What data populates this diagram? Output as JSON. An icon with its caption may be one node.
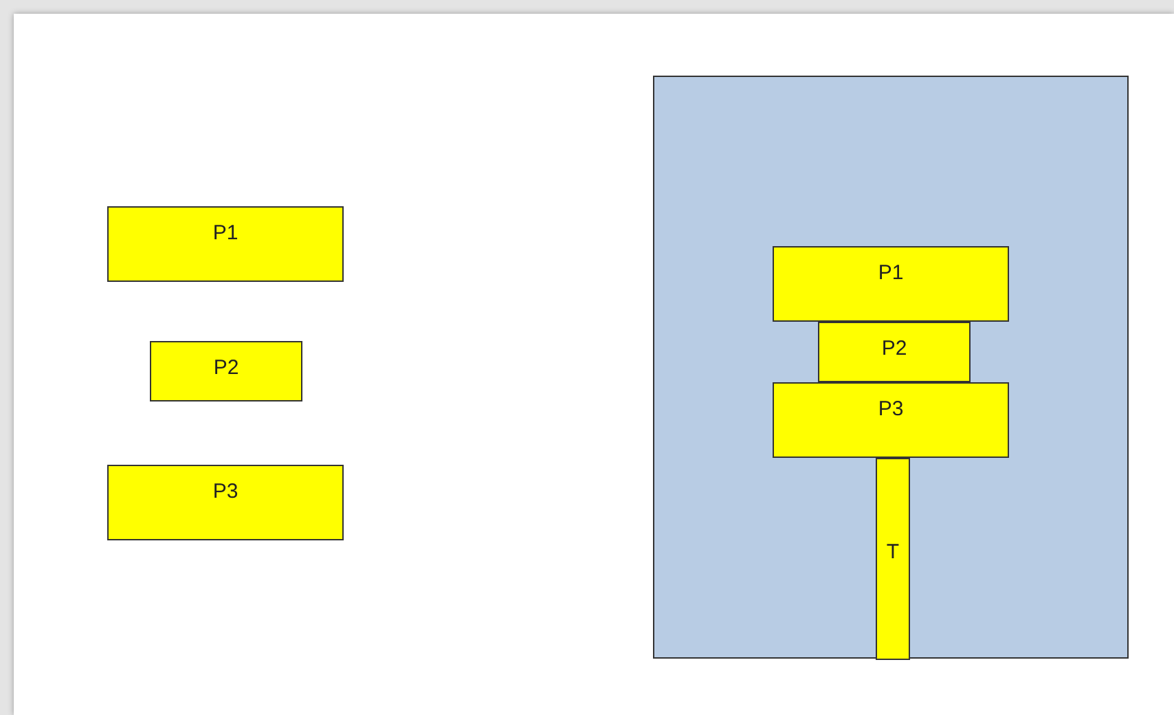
{
  "diagram": {
    "nodes": [
      {
        "text": [
          "P1"
        ]
      },
      {
        "text": [
          "P2"
        ]
      },
      {
        "text": [
          "P3"
        ]
      },
      {
        "text": [],
        "shape": "box"
      },
      {
        "text": [
          "P1"
        ],
        "in": 3
      },
      {
        "text": [
          "P2"
        ],
        "in": 3
      },
      {
        "text": [
          "P3"
        ],
        "in": 3
      },
      {
        "text": [
          "T"
        ],
        "in": 3
      }
    ]
  }
}
